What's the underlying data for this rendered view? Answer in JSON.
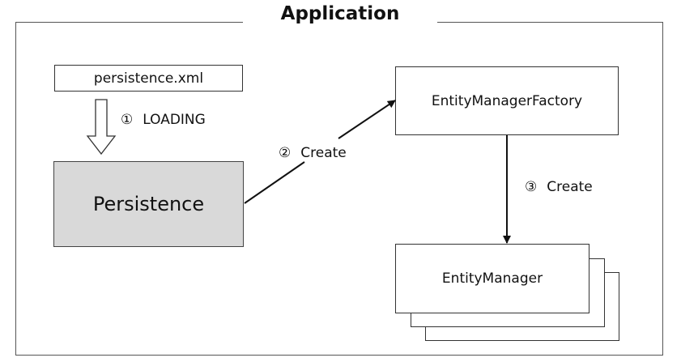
{
  "application": {
    "title": "Application"
  },
  "nodes": {
    "persistence_xml": "persistence.xml",
    "persistence": "Persistence",
    "entity_manager_factory": "EntityManagerFactory",
    "entity_manager": "EntityManager"
  },
  "edges": {
    "loading": {
      "step": "①",
      "label": "LOADING"
    },
    "create_factory": {
      "step": "②",
      "label": "Create"
    },
    "create_manager": {
      "step": "③",
      "label": "Create"
    }
  },
  "colors": {
    "persistence_fill": "#d9d9d9",
    "line": "#111111"
  }
}
